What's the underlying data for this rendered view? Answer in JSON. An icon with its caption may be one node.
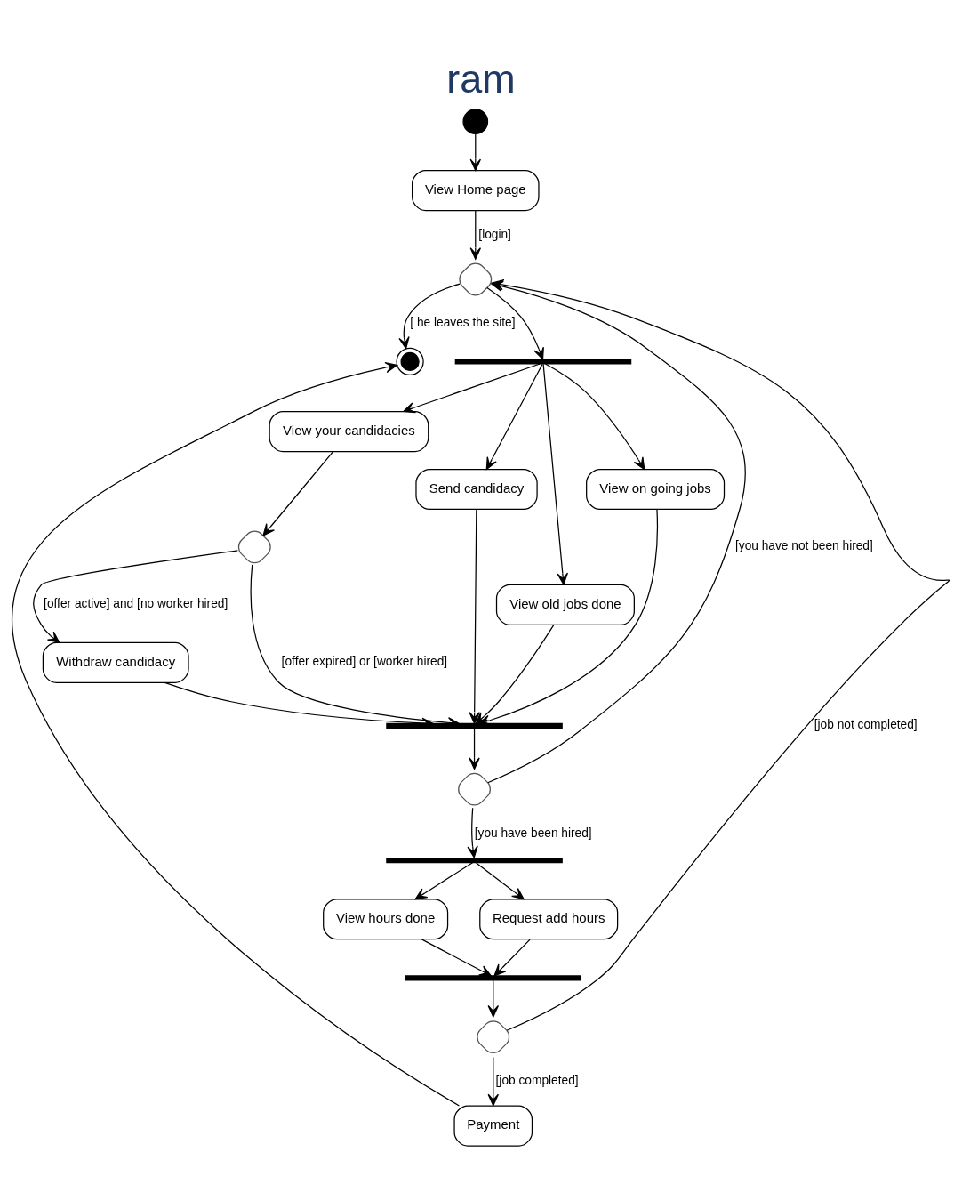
{
  "diagram": {
    "title": "ram",
    "nodes": [
      {
        "text": [],
        "shape": "circle"
      },
      {
        "text": [
          "View Home page"
        ]
      },
      {
        "text": [],
        "shape": "diamond"
      },
      {
        "text": [],
        "shape": "circle"
      },
      {
        "text": [],
        "shape": "bar"
      },
      {
        "text": [
          "View your candidacies"
        ]
      },
      {
        "text": [
          "Send candidacy"
        ]
      },
      {
        "text": [
          "View old jobs done"
        ]
      },
      {
        "text": [
          "View on going jobs"
        ]
      },
      {
        "text": [],
        "shape": "diamond"
      },
      {
        "text": [
          "Withdraw candidacy"
        ]
      },
      {
        "text": [],
        "shape": "bar"
      },
      {
        "text": [],
        "shape": "diamond"
      },
      {
        "text": [],
        "shape": "bar"
      },
      {
        "text": [
          "View hours done"
        ]
      },
      {
        "text": [
          "Request add hours"
        ]
      },
      {
        "text": [],
        "shape": "bar"
      },
      {
        "text": [],
        "shape": "diamond"
      },
      {
        "text": [
          "Payment"
        ]
      }
    ],
    "edges": [
      {
        "from": 0,
        "to": 1,
        "arrow": "to"
      },
      {
        "from": 1,
        "to": 2,
        "arrow": "to",
        "label": "[login]"
      },
      {
        "from": 2,
        "to": 3,
        "arrow": "to",
        "label": "[ he leaves the site]"
      },
      {
        "from": 2,
        "to": 4,
        "arrow": "to"
      },
      {
        "from": 4,
        "to": 5,
        "arrow": "to"
      },
      {
        "from": 4,
        "to": 6,
        "arrow": "to"
      },
      {
        "from": 4,
        "to": 7,
        "arrow": "to"
      },
      {
        "from": 4,
        "to": 8,
        "arrow": "to"
      },
      {
        "from": 5,
        "to": 9,
        "arrow": "to"
      },
      {
        "from": 9,
        "to": 10,
        "arrow": "to",
        "label": "[offer active] and [no worker hired]"
      },
      {
        "from": 9,
        "to": 11,
        "arrow": "to",
        "label": "[offer expired] or [worker hired]"
      },
      {
        "from": 10,
        "to": 11,
        "arrow": "to"
      },
      {
        "from": 6,
        "to": 11,
        "arrow": "to"
      },
      {
        "from": 7,
        "to": 11,
        "arrow": "to"
      },
      {
        "from": 8,
        "to": 11,
        "arrow": "to"
      },
      {
        "from": 11,
        "to": 12,
        "arrow": "to"
      },
      {
        "from": 12,
        "to": 2,
        "arrow": "to",
        "label": "[you have not been hired]"
      },
      {
        "from": 12,
        "to": 13,
        "arrow": "to",
        "label": "[you have been hired]"
      },
      {
        "from": 13,
        "to": 14,
        "arrow": "to"
      },
      {
        "from": 13,
        "to": 15,
        "arrow": "to"
      },
      {
        "from": 14,
        "to": 16,
        "arrow": "to"
      },
      {
        "from": 15,
        "to": 16,
        "arrow": "to"
      },
      {
        "from": 16,
        "to": 17,
        "arrow": "to"
      },
      {
        "from": 17,
        "to": 2,
        "arrow": "to",
        "label": "[job not completed]"
      },
      {
        "from": 17,
        "to": 18,
        "arrow": "to",
        "label": "[job completed]"
      },
      {
        "from": 18,
        "to": 3,
        "arrow": "to"
      }
    ]
  }
}
